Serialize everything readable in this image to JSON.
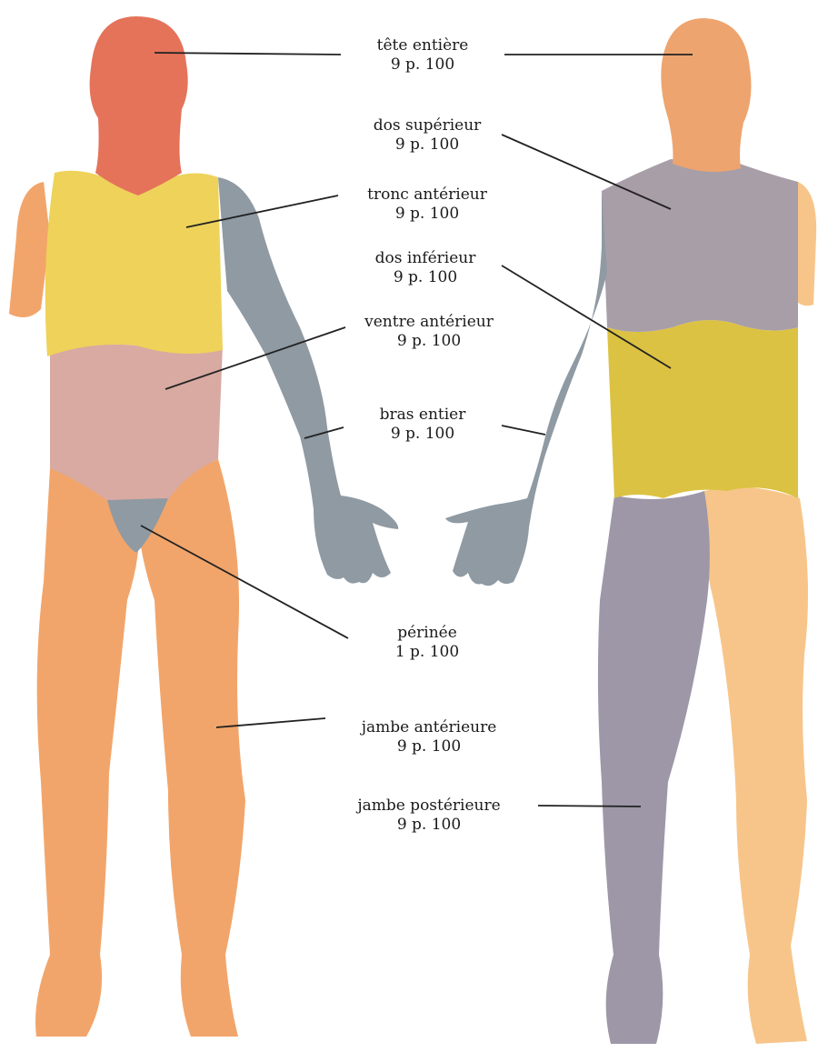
{
  "regions": [
    {
      "id": "head",
      "name": "tête entière",
      "value": "9 p. 100"
    },
    {
      "id": "upper-back",
      "name": "dos supérieur",
      "value": "9 p. 100"
    },
    {
      "id": "front-trunk",
      "name": "tronc antérieur",
      "value": "9 p. 100"
    },
    {
      "id": "lower-back",
      "name": "dos inférieur",
      "value": "9 p. 100"
    },
    {
      "id": "abdomen",
      "name": "ventre antérieur",
      "value": "9 p. 100"
    },
    {
      "id": "arm",
      "name": "bras entier",
      "value": "9 p. 100"
    },
    {
      "id": "perineum",
      "name": "périnée",
      "value": "1 p. 100"
    },
    {
      "id": "front-leg",
      "name": "jambe antérieure",
      "value": "9 p. 100"
    },
    {
      "id": "back-leg",
      "name": "jambe postérieure",
      "value": "9 p. 100"
    }
  ],
  "colors": {
    "skin": "#f2a56a",
    "skin_light": "#f7c58a",
    "head": "#e4735a",
    "head_back": "#eea46e",
    "yellow": "#eed25a",
    "yellow_back": "#dcc243",
    "pink": "#d8aaa2",
    "grey": "#8f9aa3",
    "mauve": "#a89ea8",
    "back_leg": "#9d97a8",
    "leader_line": "#222222"
  }
}
